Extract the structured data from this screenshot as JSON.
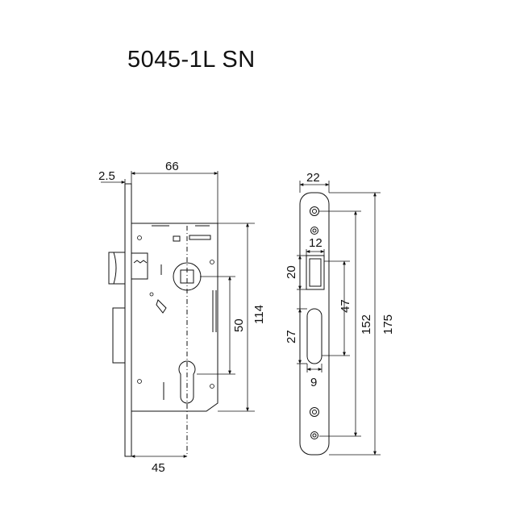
{
  "title": "5045-1L SN",
  "dimensions": {
    "faceplate_thickness": "2.5",
    "case_depth": "66",
    "backset": "45",
    "case_height": "114",
    "center_distance": "50",
    "strike_width": "22",
    "latch_opening_width": "12",
    "latch_opening_height": "20",
    "latch_to_bolt_distance": "47",
    "bolt_opening_height": "27",
    "bolt_opening_width": "9",
    "strike_hole_distance": "152",
    "strike_height": "175"
  }
}
